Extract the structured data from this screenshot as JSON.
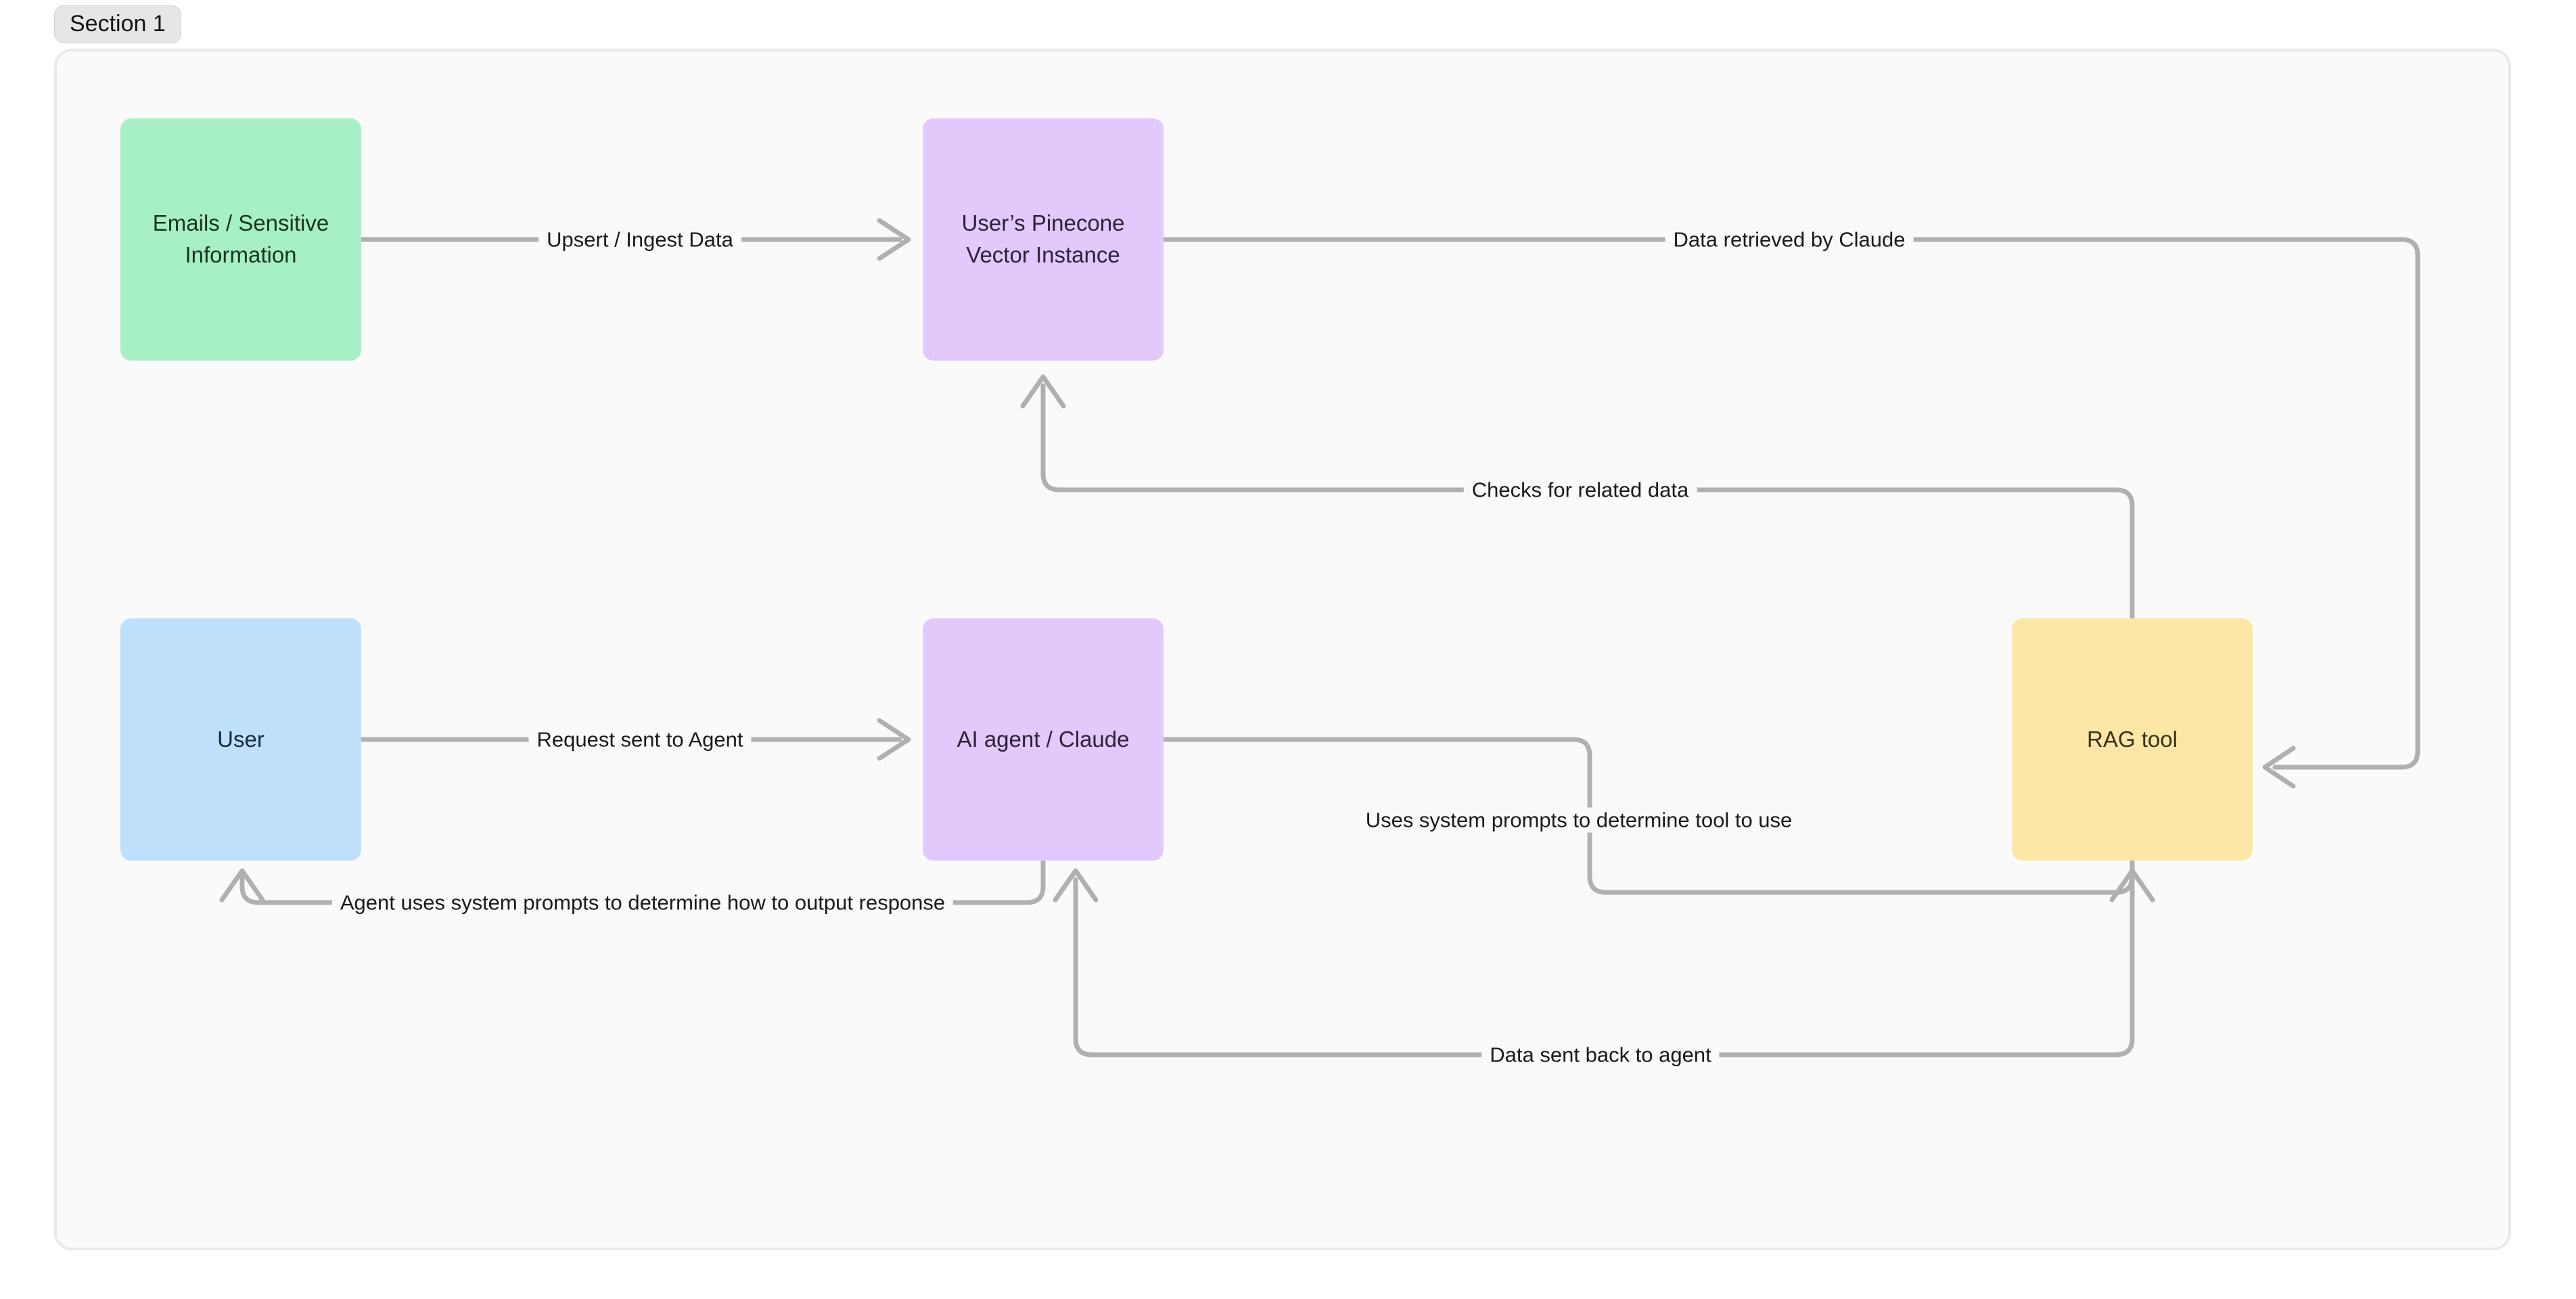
{
  "section": {
    "label": "Section 1"
  },
  "colors": {
    "page_background": "#ffffff",
    "frame_background": "#fafafa",
    "frame_border": "#e9e9e9",
    "section_pill_background": "#e6e6e6",
    "edge_stroke": "#b0b0b0",
    "node_emails": "#a7efc5",
    "node_pinecone": "#e3c8fb",
    "node_user": "#bfe0fb",
    "node_agent": "#e3c8fb",
    "node_rag": "#fce7a6"
  },
  "nodes": [
    {
      "id": "emails",
      "label_line1": "Emails / Sensitive",
      "label_line2": "Information"
    },
    {
      "id": "pinecone",
      "label_line1": "User’s Pinecone",
      "label_line2": "Vector Instance"
    },
    {
      "id": "user",
      "label_line1": "User",
      "label_line2": ""
    },
    {
      "id": "agent",
      "label_line1": "AI agent / Claude",
      "label_line2": ""
    },
    {
      "id": "rag",
      "label_line1": "RAG tool",
      "label_line2": ""
    }
  ],
  "edges": [
    {
      "id": "upsert",
      "label": "Upsert / Ingest Data",
      "from": "emails",
      "to": "pinecone"
    },
    {
      "id": "retrieved",
      "label": "Data retrieved by Claude",
      "from": "pinecone",
      "to": "rag"
    },
    {
      "id": "checks",
      "label": "Checks for related data",
      "from": "rag",
      "to": "pinecone"
    },
    {
      "id": "request",
      "label": "Request sent to Agent",
      "from": "user",
      "to": "agent"
    },
    {
      "id": "uses-prompts",
      "label": "Uses system prompts to determine tool to use",
      "from": "agent",
      "to": "rag"
    },
    {
      "id": "agent-output",
      "label": "Agent uses system prompts to determine how to output response",
      "from": "agent",
      "to": "user"
    },
    {
      "id": "data-back",
      "label": "Data sent back to agent",
      "from": "rag",
      "to": "agent"
    }
  ]
}
